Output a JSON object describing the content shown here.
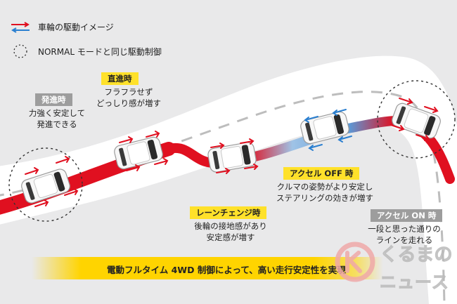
{
  "legend": {
    "arrow_label": "車輪の駆動イメージ",
    "circle_label": "NORMAL モードと同じ駆動制御"
  },
  "stages": [
    {
      "label": "発進時",
      "desc": [
        "力強く安定して",
        "発進できる"
      ],
      "tag_style": "gray"
    },
    {
      "label": "直進時",
      "desc": [
        "フラフラせず",
        "どっしり感が増す"
      ],
      "tag_style": "yellow"
    },
    {
      "label": "レーンチェンジ時",
      "desc": [
        "後輪の接地感があり",
        "安定感が増す"
      ],
      "tag_style": "yellow"
    },
    {
      "label": "アクセル OFF 時",
      "desc": [
        "クルマの姿勢がより安定し",
        "ステアリングの効きが増す"
      ],
      "tag_style": "yellow"
    },
    {
      "label": "アクセル ON 時",
      "desc": [
        "一段と思った通りの",
        "ラインを走れる"
      ],
      "tag_style": "gray"
    }
  ],
  "banner": "電動フルタイム 4WD 制御によって、高い走行安定性を実現",
  "watermark": {
    "line1": "くるまの",
    "line2": "ニュース"
  },
  "colors": {
    "drive_red": "#e01020",
    "decel_blue": "#2a7fd0",
    "tag_yellow": "#ffe12a",
    "tag_gray": "#9d9d9d",
    "road": "#ffffff",
    "background": "#e9e9ea"
  }
}
